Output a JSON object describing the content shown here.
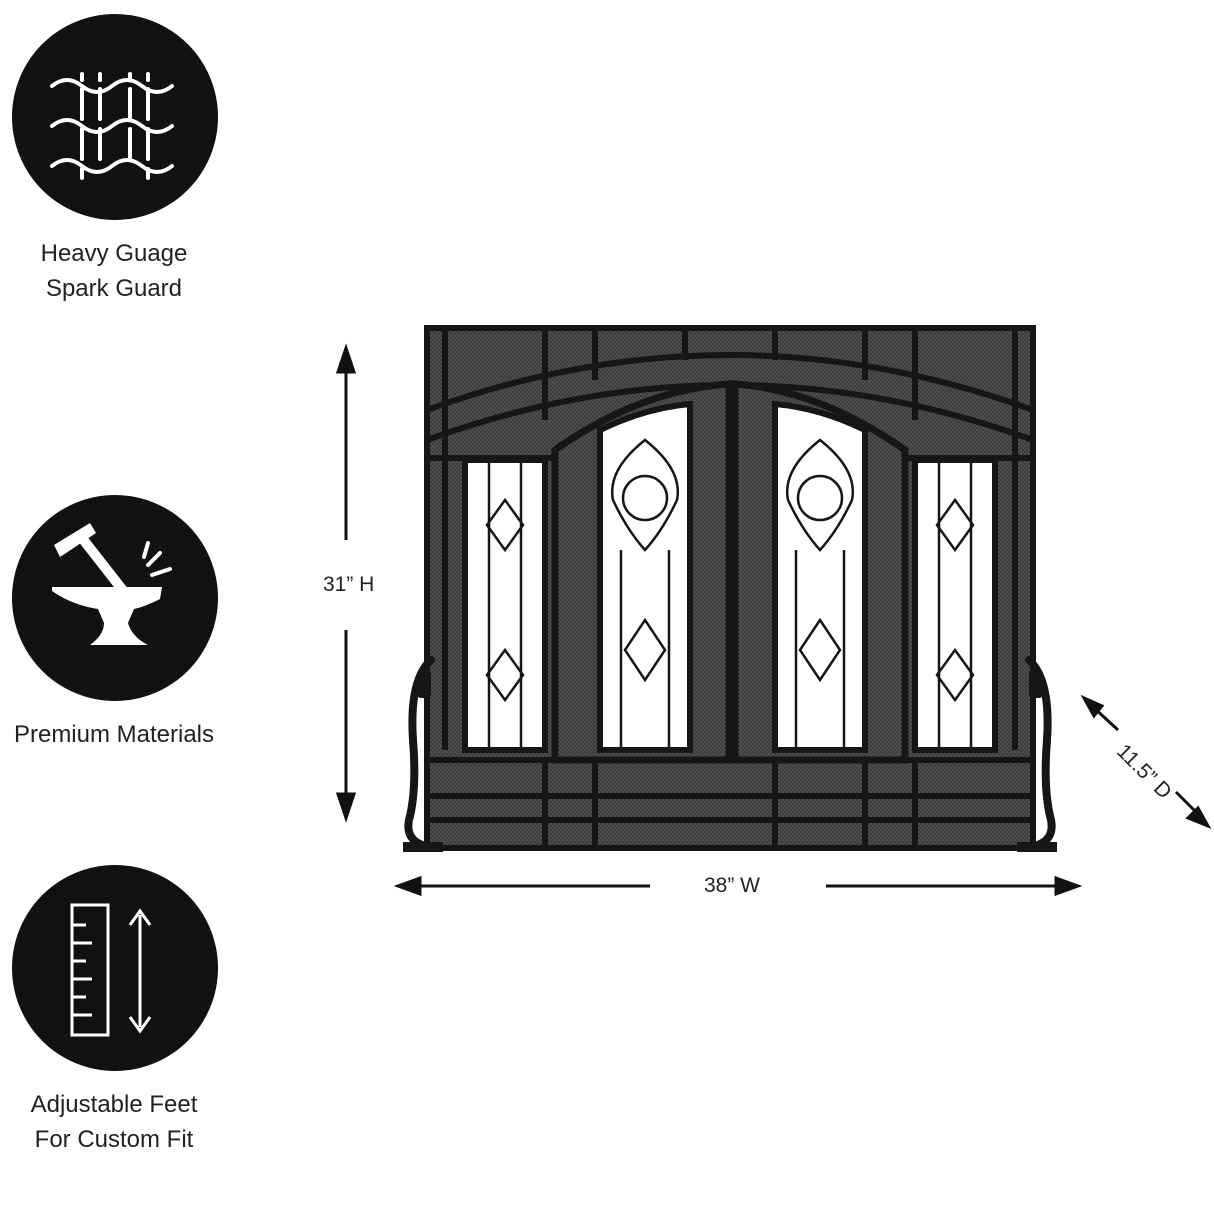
{
  "features": [
    {
      "icon": "mesh-icon",
      "caption_line1": "Heavy Guage",
      "caption_line2": "Spark Guard"
    },
    {
      "icon": "anvil-hammer-icon",
      "caption_line1": "Premium Materials",
      "caption_line2": ""
    },
    {
      "icon": "ruler-arrow-icon",
      "caption_line1": "Adjustable Feet",
      "caption_line2": "For Custom Fit"
    }
  ],
  "dimensions": {
    "height": "31” H",
    "width": "38” W",
    "depth": "11.5” D"
  },
  "colors": {
    "badge": "#111111",
    "frame": "#161616"
  }
}
